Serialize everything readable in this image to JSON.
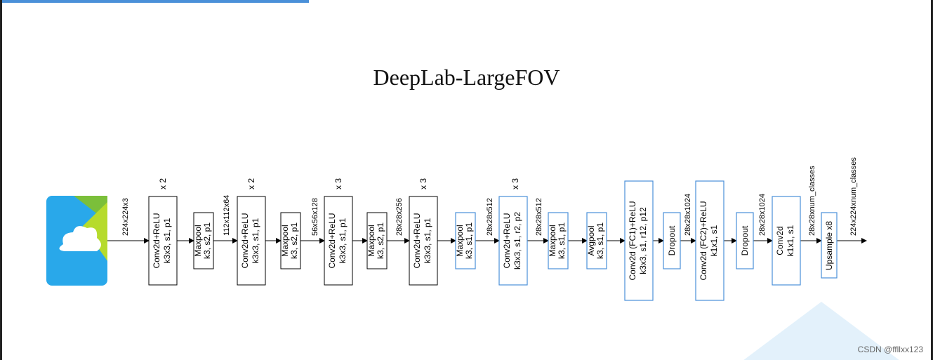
{
  "title": "DeepLab-LargeFOV",
  "watermark": "CSDN @ffllxx123",
  "colors": {
    "black_box": "#000000",
    "blue_box": "#4a90d9",
    "arrow": "#000000"
  },
  "input_icon": "image-icon",
  "output_dims": "224x224xnum_classes",
  "dims": {
    "d0": "224x224x3",
    "d1": "112x112x64",
    "d2": "56x56x128",
    "d3": "28x28x256",
    "d4": "28x28x512",
    "d5": "28x28x512",
    "d6": "28x28x1024",
    "d7": "28x28x1024",
    "d8": "28x28xnum_classes"
  },
  "blocks": {
    "b1": {
      "l1": "Conv2d+ReLU",
      "l2": "k3x3, s1, p1",
      "repeat": "x 2"
    },
    "b2": {
      "l1": "Maxpool",
      "l2": "k3, s2, p1"
    },
    "b3": {
      "l1": "Conv2d+ReLU",
      "l2": "k3x3, s1, p1",
      "repeat": "x 2"
    },
    "b4": {
      "l1": "Maxpool",
      "l2": "k3, s2, p1"
    },
    "b5": {
      "l1": "Conv2d+ReLU",
      "l2": "k3x3, s1, p1",
      "repeat": "x 3"
    },
    "b6": {
      "l1": "Maxpool",
      "l2": "k3, s2, p1"
    },
    "b7": {
      "l1": "Conv2d+ReLU",
      "l2": "k3x3, s1, p1",
      "repeat": "x 3"
    },
    "b8": {
      "l1": "Maxpool",
      "l2": "k3, s1, p1"
    },
    "b9": {
      "l1": "Conv2d+ReLU",
      "l2": "k3x3, s1, r2, p2",
      "repeat": "x 3"
    },
    "b10": {
      "l1": "Maxpool",
      "l2": "k3, s1, p1"
    },
    "b11": {
      "l1": "Avgpool",
      "l2": "k3, s1, p1"
    },
    "b12": {
      "l1": "Conv2d (FC1)+ReLU",
      "l2": "k3x3, s1, r12, p12"
    },
    "b13": {
      "l1": "Dropout"
    },
    "b14": {
      "l1": "Conv2d (FC2)+ReLU",
      "l2": "k1x1, s1"
    },
    "b15": {
      "l1": "Dropout"
    },
    "b16": {
      "l1": "Conv2d",
      "l2": "k1x1, s1"
    },
    "b17": {
      "l1": "Upsample x8"
    }
  }
}
